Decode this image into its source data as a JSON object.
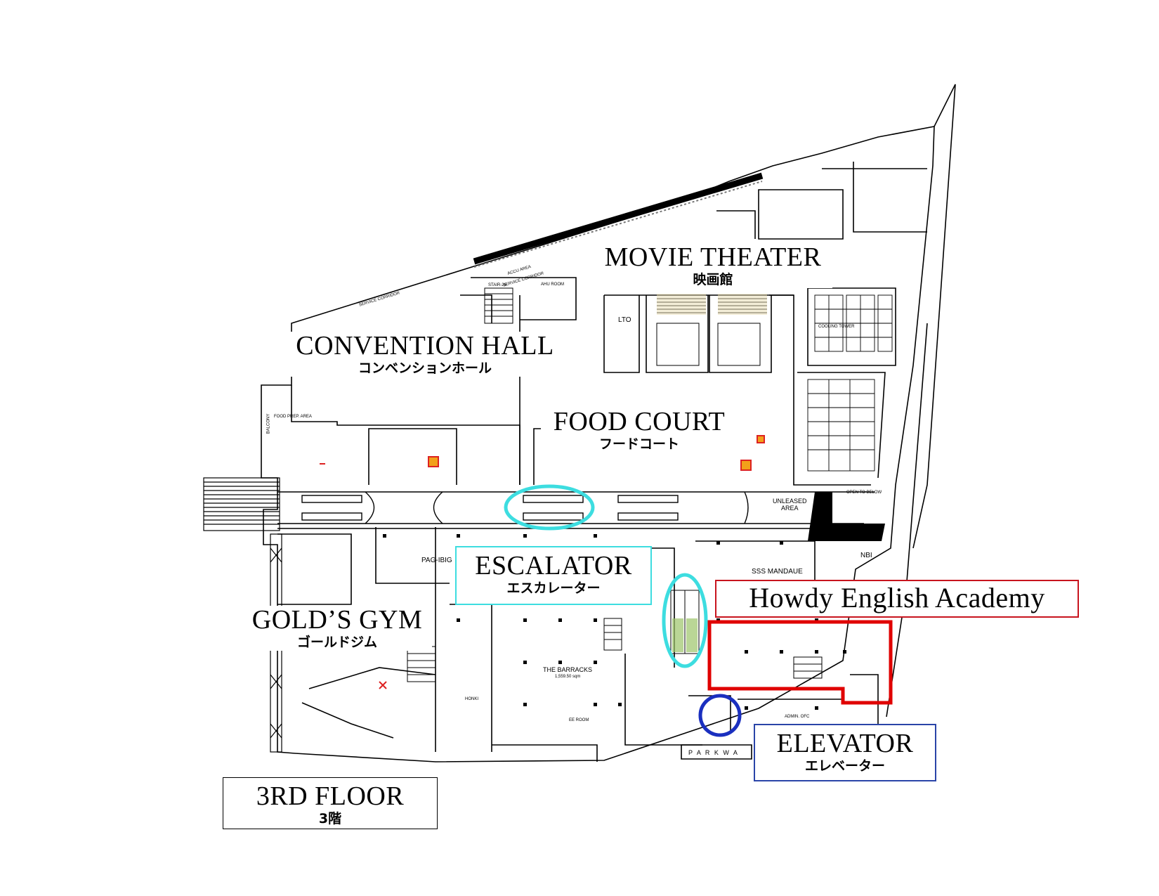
{
  "map": {
    "title": "3RD FLOOR",
    "title_jp": "3階",
    "zones": {
      "movie_theater": {
        "en": "MOVIE THEATER",
        "jp": "映画館"
      },
      "convention_hall": {
        "en": "CONVENTION HALL",
        "jp": "コンベンションホール"
      },
      "food_court": {
        "en": "FOOD COURT",
        "jp": "フードコート"
      },
      "escalator": {
        "en": "ESCALATOR",
        "jp": "エスカレーター"
      },
      "golds_gym": {
        "en": "GOLD’S GYM",
        "jp": "ゴールドジム"
      },
      "howdy": {
        "en": "Howdy English Academy"
      },
      "elevator": {
        "en": "ELEVATOR",
        "jp": "エレベーター"
      }
    },
    "plan_labels": {
      "lto": "LTO",
      "unleased": "UNLEASED",
      "area": "AREA",
      "pag_ibig": "PAG-IBIG",
      "sss": "SSS  MANDAUE",
      "nbi": "NBI",
      "barracks": "THE  BARRACKS",
      "barracks_area": "1,559.50 sqm",
      "parkway": "P A R K W A",
      "service_corridor_1": "SERVICE CORRIDOR",
      "service_corridor_2": "SERVICE CORRIDOR",
      "acu_area": "ACCU AREA",
      "stair": "STAIR-26",
      "ahu_room": "AHU ROOM",
      "cooling_tower": "COOLING TOWER",
      "food_prep": "FOOD PREP. AREA",
      "balcony": "BALCONY",
      "admin": "ADMIN. OFC",
      "ee_room": "EE ROOM",
      "honki": "HONKI",
      "open_to_below": "OPEN TO BELOW"
    },
    "colors": {
      "escalator_marker": "#3ddde0",
      "howdy_marker": "#e00000",
      "elevator_marker": "#1a2fbf",
      "escalator_box": "#3ddde0",
      "howdy_box": "#c8141e",
      "elevator_box": "#2a44a8"
    }
  }
}
